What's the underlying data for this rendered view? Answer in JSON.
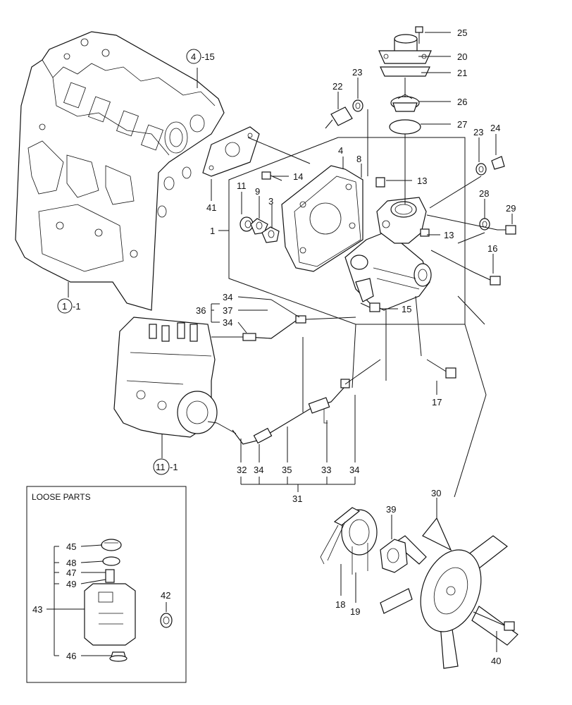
{
  "callouts": {
    "c25": "25",
    "c20": "20",
    "c21": "21",
    "c26": "26",
    "c27": "27",
    "c23a": "23",
    "c22": "22",
    "c23b": "23",
    "c24": "24",
    "c4": "4",
    "c8": "8",
    "c14": "14",
    "c13a": "13",
    "c13b": "13",
    "c11": "11",
    "c9": "9",
    "c3": "3",
    "c1": "1",
    "c28": "28",
    "c29": "29",
    "c16": "16",
    "c15": "15",
    "c41": "41",
    "c17": "17",
    "c34a": "34",
    "c36": "36",
    "c37": "37",
    "c34b": "34",
    "c32": "32",
    "c34c": "34",
    "c35": "35",
    "c33": "33",
    "c34d": "34",
    "c31": "31",
    "c30": "30",
    "c39": "39",
    "c18": "18",
    "c19": "19",
    "c40": "40",
    "ref_block": "1",
    "ref_block_suffix": "-1",
    "ref_head": "4",
    "ref_head_suffix": "-15",
    "ref_pump": "11",
    "ref_pump_suffix": "-1"
  },
  "loose_parts": {
    "title": "LOOSE PARTS",
    "c45": "45",
    "c48": "48",
    "c47": "47",
    "c49": "49",
    "c43": "43",
    "c42": "42",
    "c46": "46"
  }
}
